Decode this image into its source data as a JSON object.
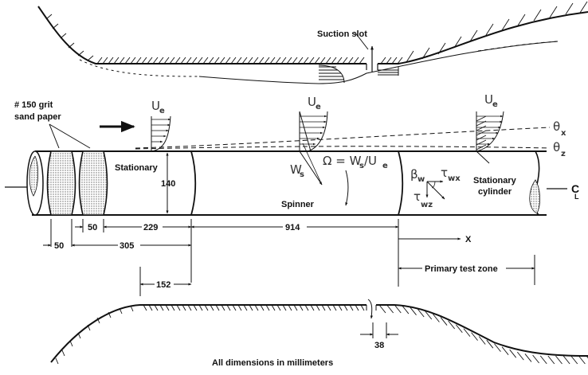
{
  "diagram": {
    "title": "Spinning cylinder wind tunnel test setup",
    "labels": {
      "suction_slot": "Suction slot",
      "grit_line1": "# 150 grit",
      "grit_line2": "sand paper",
      "stationary": "Stationary",
      "spinner": "Spinner",
      "stationary_cylinder_line1": "Stationary",
      "stationary_cylinder_line2": "cylinder",
      "primary_test_zone": "Primary test zone",
      "x_axis": "X",
      "footnote": "All dimensions in millimeters",
      "centerline": "C",
      "centerline_sub": "L"
    },
    "symbols": {
      "ue": "U",
      "ue_sub": "e",
      "ws": "W",
      "ws_sub": "s",
      "omega_eq": "Ω = W",
      "omega_sub": "s",
      "omega_tail": "/U",
      "omega_tail_sub": "e",
      "theta_x": "θ",
      "theta_x_sub": "x",
      "theta_z": "θ",
      "theta_z_sub": "z",
      "beta_w": "β",
      "beta_w_sub": "w",
      "tau_wx": "τ",
      "tau_wx_sub": "wx",
      "tau_wz": "τ",
      "tau_wz_sub": "wz"
    },
    "dimensions": {
      "diameter": "140",
      "band_width_1": "50",
      "band_width_2": "50",
      "stationary_length": "229",
      "spinner_length": "914",
      "grit_to_spinner": "305",
      "contraction_offset": "152",
      "slot_width": "38"
    }
  }
}
